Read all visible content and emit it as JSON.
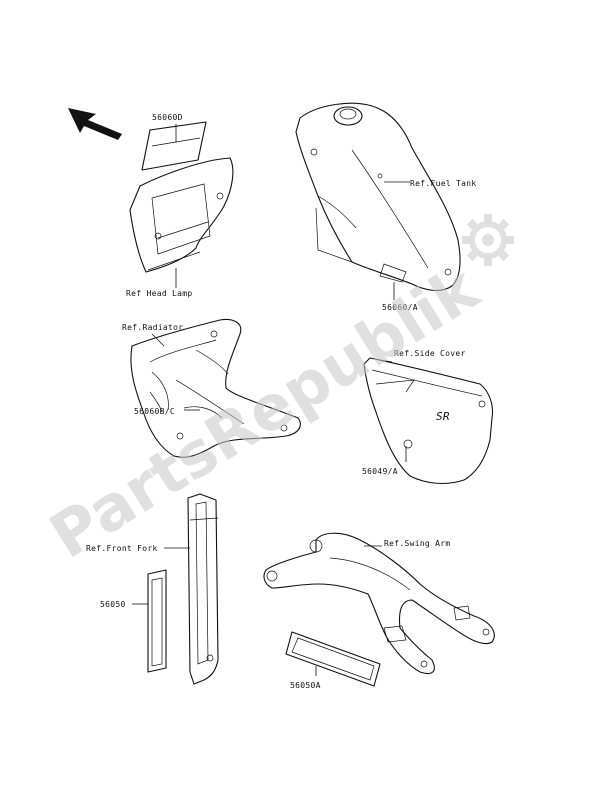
{
  "labels": {
    "p56060d": "56060D",
    "ref_head_lamp": "Ref Head Lamp",
    "ref_fuel_tank": "Ref.Fuel Tank",
    "p56060a": "56060/A",
    "ref_radiator": "Ref.Radiator",
    "p56060bc": "56060B/C",
    "ref_side_cover": "Ref.Side Cover",
    "p56049a": "56049/A",
    "ref_front_fork": "Ref.Front Fork",
    "p56050": "56050",
    "ref_swing_arm": "Ref.Swing Arm",
    "p56050a": "56050A",
    "side_cover_logo": "SR"
  },
  "watermark": {
    "text": "PartsRepublik",
    "color": "#d9d9d9"
  },
  "icons": {
    "direction_arrow": "arrow-up-left-icon",
    "watermark_gear": "gear-icon"
  }
}
